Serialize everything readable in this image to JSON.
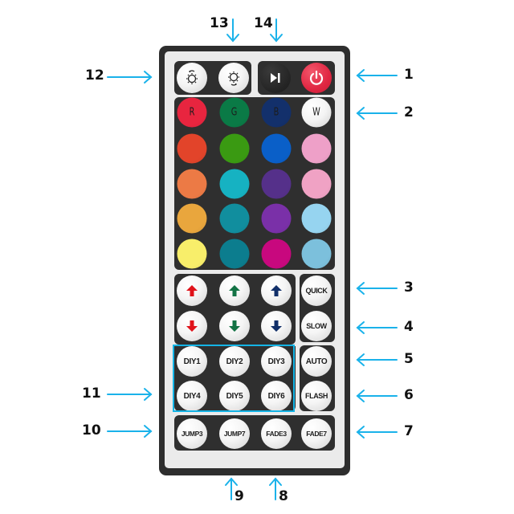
{
  "remote": {
    "body_color": "#2e2e2e",
    "face_color": "#ebebeb",
    "panel_color": "#2f2f2f",
    "highlight_color": "#14b4e6"
  },
  "top_row": {
    "brightness_down": {
      "icon": "brightness-down-icon"
    },
    "brightness_up": {
      "icon": "brightness-up-icon"
    },
    "play_pause": {
      "icon": "play-pause-icon"
    },
    "power": {
      "icon": "power-icon",
      "color": "#e02642"
    }
  },
  "color_grid": {
    "rows": [
      [
        {
          "label": "R",
          "color": "#e8253f"
        },
        {
          "label": "G",
          "color": "#0a7a46"
        },
        {
          "label": "B",
          "color": "#13306b"
        },
        {
          "label": "W",
          "color": "#ffffff"
        }
      ],
      [
        {
          "label": "",
          "color": "#e2442a"
        },
        {
          "label": "",
          "color": "#3a9a12"
        },
        {
          "label": "",
          "color": "#0a5fc8"
        },
        {
          "label": "",
          "color": "#eea0c8"
        }
      ],
      [
        {
          "label": "",
          "color": "#ec7a45"
        },
        {
          "label": "",
          "color": "#16b2c2"
        },
        {
          "label": "",
          "color": "#55308a"
        },
        {
          "label": "",
          "color": "#f0a2c4"
        }
      ],
      [
        {
          "label": "",
          "color": "#e9a63d"
        },
        {
          "label": "",
          "color": "#118e9e"
        },
        {
          "label": "",
          "color": "#7a30a8"
        },
        {
          "label": "",
          "color": "#96d4f0"
        }
      ],
      [
        {
          "label": "",
          "color": "#f8ee6a"
        },
        {
          "label": "",
          "color": "#0c7d8e"
        },
        {
          "label": "",
          "color": "#c8087e"
        },
        {
          "label": "",
          "color": "#7cc0dc"
        }
      ]
    ]
  },
  "arrows": {
    "up": [
      {
        "name": "red-up",
        "color": "#e0121a"
      },
      {
        "name": "green-up",
        "color": "#137345"
      },
      {
        "name": "blue-up",
        "color": "#12306a"
      }
    ],
    "down": [
      {
        "name": "red-down",
        "color": "#e0121a"
      },
      {
        "name": "green-down",
        "color": "#137345"
      },
      {
        "name": "blue-down",
        "color": "#12306a"
      }
    ]
  },
  "speed": {
    "quick": "QUICK",
    "slow": "SLOW"
  },
  "diy": [
    "DIY1",
    "DIY2",
    "DIY3",
    "DIY4",
    "DIY5",
    "DIY6"
  ],
  "modes": {
    "auto": "AUTO",
    "flash": "FLASH"
  },
  "bottom_row": [
    "JUMP3",
    "JUMP7",
    "FADE3",
    "FADE7"
  ],
  "callouts": {
    "c1": "1",
    "c2": "2",
    "c3": "3",
    "c4": "4",
    "c5": "5",
    "c6": "6",
    "c7": "7",
    "c8": "8",
    "c9": "9",
    "c10": "10",
    "c11": "11",
    "c12": "12",
    "c13": "13",
    "c14": "14"
  }
}
